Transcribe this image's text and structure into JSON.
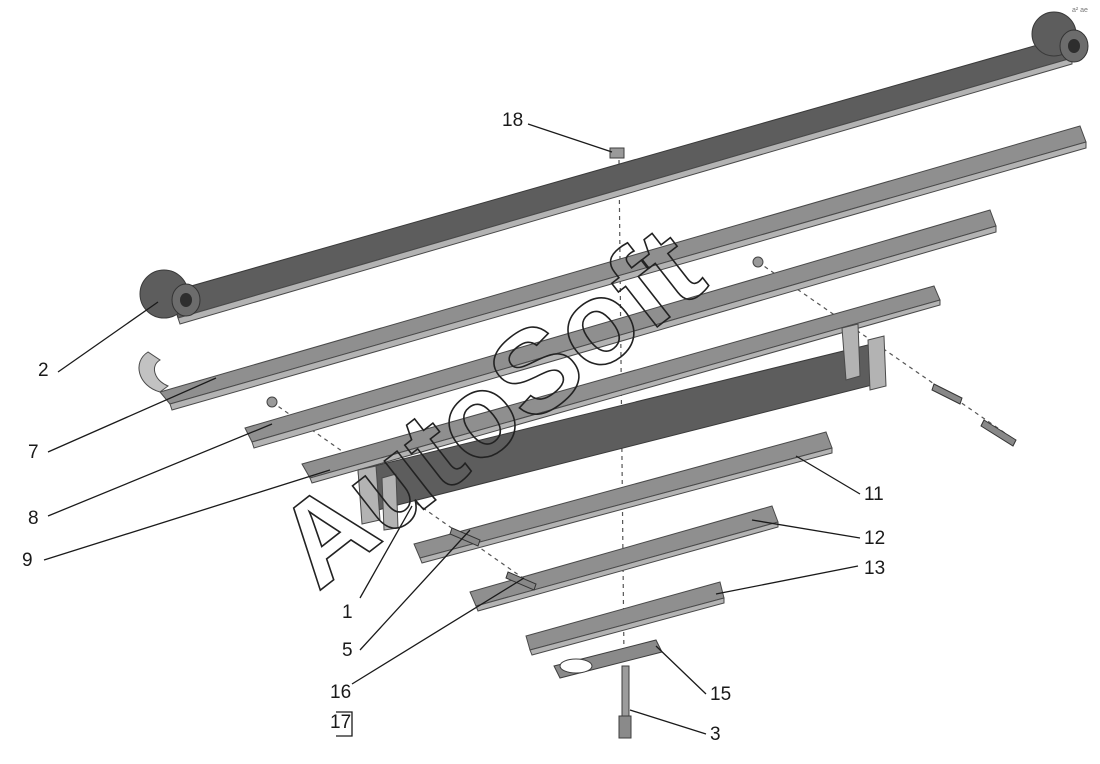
{
  "watermark": "AutoSoft",
  "corner_mark": "a² ae",
  "callouts": {
    "c1": "1",
    "c2": "2",
    "c3": "3",
    "c5": "5",
    "c7": "7",
    "c8": "8",
    "c9": "9",
    "c11": "11",
    "c12": "12",
    "c13": "13",
    "c15": "15",
    "c16": "16",
    "c17": "17",
    "c18": "18"
  }
}
